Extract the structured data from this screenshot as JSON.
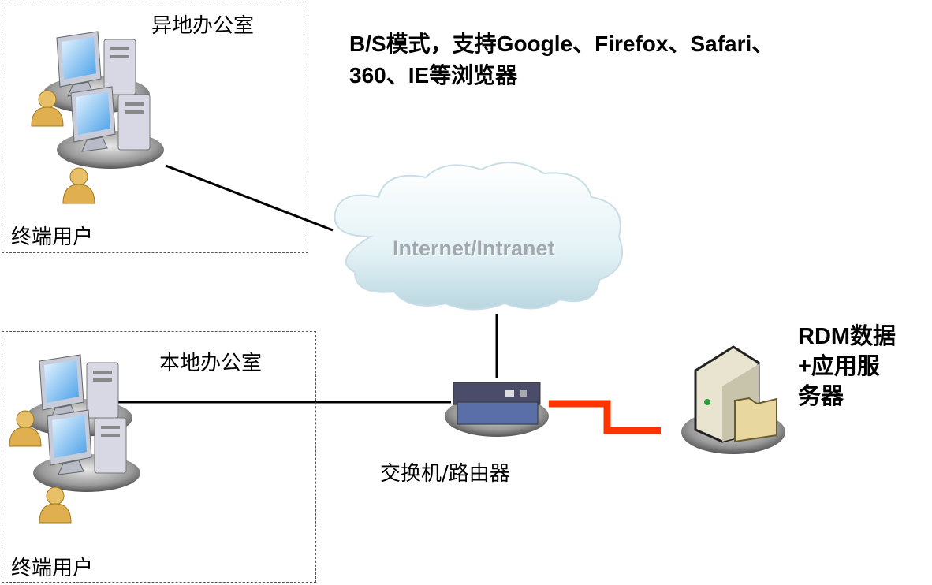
{
  "browser_note": {
    "line1": "B/S模式，支持Google、Firefox、Safari、",
    "line2": "360、IE等浏览器"
  },
  "remote_office": {
    "title": "异地办公室",
    "users_label": "终端用户"
  },
  "local_office": {
    "title": "本地办公室",
    "users_label": "终端用户"
  },
  "network": {
    "cloud_label": "Internet/Intranet"
  },
  "switch": {
    "label": "交换机/路由器"
  },
  "server": {
    "line1": "RDM数据",
    "line2": "+应用服",
    "line3": "务器"
  },
  "colors": {
    "link": "#000000",
    "server_link": "#ff3300",
    "cloud_text": "#a0a8b0"
  }
}
